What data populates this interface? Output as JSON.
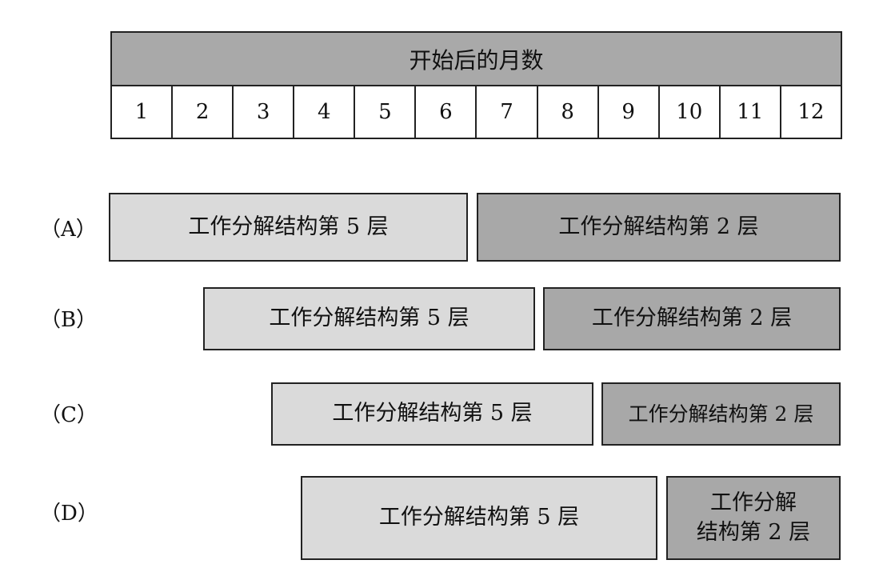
{
  "header": {
    "title": "开始后的月数"
  },
  "months": [
    "1",
    "2",
    "3",
    "4",
    "5",
    "6",
    "7",
    "8",
    "9",
    "10",
    "11",
    "12"
  ],
  "options": [
    {
      "label": "（A）",
      "bars": [
        {
          "text": "工作分解结构第 5 层"
        },
        {
          "text": "工作分解结构第 2 层"
        }
      ]
    },
    {
      "label": "（B）",
      "bars": [
        {
          "text": "工作分解结构第 5 层"
        },
        {
          "text": "工作分解结构第 2 层"
        }
      ]
    },
    {
      "label": "（C）",
      "bars": [
        {
          "text": "工作分解结构第 5 层"
        },
        {
          "text": "工作分解结构第 2 层"
        }
      ]
    },
    {
      "label": "（D）",
      "bars": [
        {
          "text": "工作分解结构第 5 层"
        },
        {
          "text_line1": "工作分解",
          "text_line2": "结构第 2 层"
        }
      ]
    }
  ],
  "colors": {
    "level5_fill": "#dadada",
    "level2_fill": "#a8a8a8",
    "header_fill": "#a9a9a9"
  }
}
